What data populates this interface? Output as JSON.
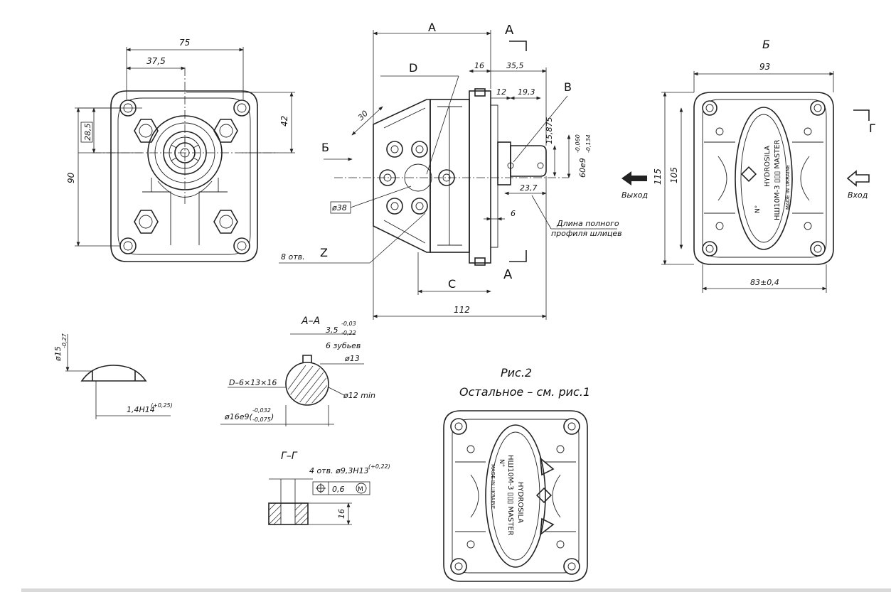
{
  "view_front": {
    "dim_75": "75",
    "dim_37_5": "37,5",
    "dim_28_5": "28,5",
    "dim_42": "42",
    "dim_90": "90"
  },
  "view_side": {
    "label_A": "A",
    "label_section_A_top": "A",
    "label_section_A_bottom": "A",
    "label_D": "D",
    "label_B": "B",
    "label_C": "C",
    "label_Z": "Z",
    "label_view_B_arrow": "Б",
    "dim_16": "16",
    "dim_35_5": "35,5",
    "dim_12": "12",
    "dim_19_3": "19,3",
    "dim_30": "30",
    "dim_15_875": "15,875",
    "dim_60e9": "60e9",
    "dim_60e9_tol_upper": "-0,060",
    "dim_60e9_tol_lower": "-0,134",
    "dim_23_7": "23,7",
    "dim_6": "6",
    "dim_38": "ø38",
    "dim_8_holes": "8 отв.",
    "dim_112": "112",
    "note_spline_line1": "Длина полного",
    "note_spline_line2": "профиля шлицев"
  },
  "view_back": {
    "title": "Б",
    "dim_93": "93",
    "dim_115": "115",
    "dim_105": "105",
    "dim_83": "83±0,4",
    "label_out": "Выход",
    "label_in": "Вход",
    "label_section_G": "Г",
    "plate_brand": "HYDROSILA",
    "plate_model": "НШ10М-3 ▯▯▯ MASTER",
    "plate_no": "N°",
    "plate_made": "MADE IN UKRAINE"
  },
  "section_AA": {
    "title": "А–А",
    "dim_3_5": "3,5",
    "dim_3_5_tol_upper": "-0,03",
    "dim_3_5_tol_lower": "-0,22",
    "teeth": "6 зубьев",
    "dim_13": "ø13",
    "spline": "D–6×13×16",
    "dim_12min": "ø12 min",
    "dim_16e9": "ø16e9(",
    "dim_16e9_close": ")",
    "dim_16e9_tol_upper": "-0,032",
    "dim_16e9_tol_lower": "-0,075"
  },
  "detail_left": {
    "dim_15": "ø15",
    "dim_15_tol": "-0,27",
    "dim_1_4": "1,4H14",
    "dim_1_4_tol": "(+0,25)"
  },
  "section_GG": {
    "title": "Г–Г",
    "holes": "4 отв. ø9,3H13",
    "holes_tol": "(+0,22)",
    "position_tol": "0,6",
    "position_mod": "M",
    "dim_16": "16"
  },
  "fig2": {
    "title": "Рис.2",
    "subtitle": "Остальное – см. рис.1",
    "plate_brand": "HYDROSILA",
    "plate_model": "НШ10М-3 ▯▯▯ MASTER",
    "plate_no": "N°",
    "plate_made": "MADE IN UKRAINE"
  }
}
